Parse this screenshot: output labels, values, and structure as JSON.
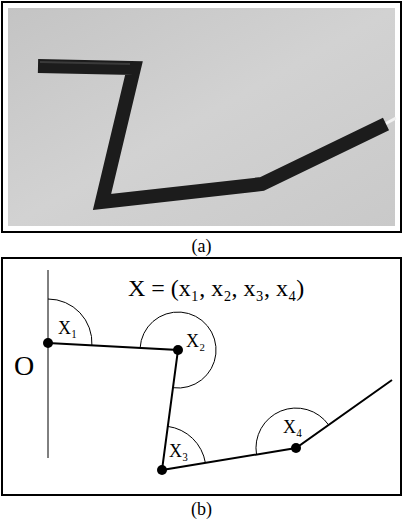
{
  "diagram": {
    "labels": [
      "(a)",
      "X = (x₁, x₂, x₃, x₄)",
      "O",
      "X₁",
      "X₂",
      "X₃",
      "X₄",
      "(b)"
    ]
  }
}
